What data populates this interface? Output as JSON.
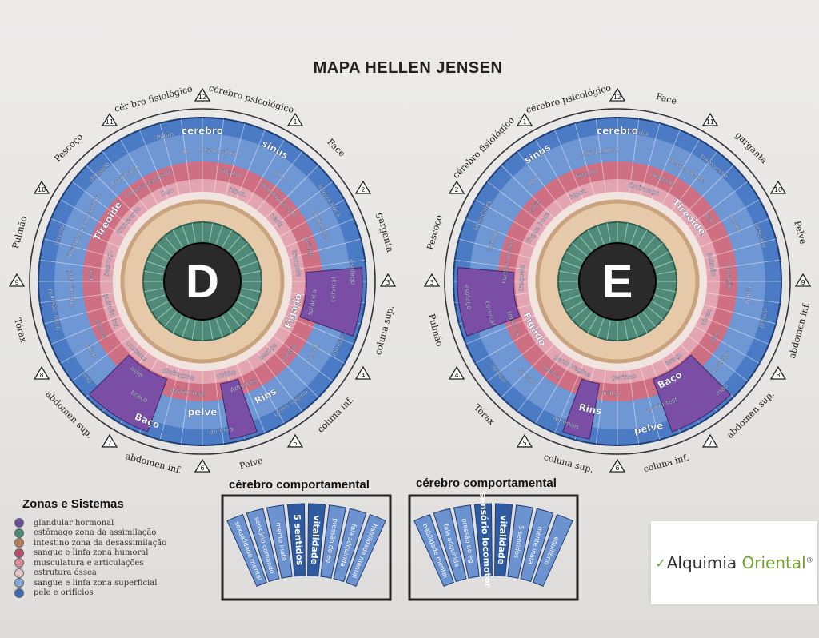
{
  "title": "MAPA HELLEN JENSEN",
  "colors": {
    "outer": "#3d6fb8",
    "pink": "#d77a8a",
    "purple": "#7b4ea6",
    "bone": "#c9a27e",
    "green": "#4f8a78",
    "dark": "#2a2a2a"
  },
  "clock_numbers": [
    "1",
    "2",
    "3",
    "4",
    "5",
    "6",
    "7",
    "8",
    "9",
    "10",
    "11",
    "12"
  ],
  "right_eye": {
    "letter": "D",
    "outer_labels": [
      "cér bro fisiológico",
      "cérebro psicológico",
      "Face",
      "garganta",
      "coluna sup.",
      "coluna inf.",
      "Pelve",
      "abdomen inf.",
      "abdomen sup.",
      "Tórax",
      "Pulmão",
      "Pescoço"
    ],
    "zone_labels": [
      "cerebro",
      "corpo caloso",
      "tálamo",
      "hipot.",
      "sinus",
      "olho",
      "mandíbula sup.",
      "nariz",
      "língua boca",
      "amígdalas",
      "laringe",
      "traqueia",
      "esofago",
      "cervical",
      "torácica",
      "Figado",
      "lombar",
      "sacral",
      "uretra",
      "bexiga",
      "penis vagina",
      "Rins",
      "Adrenais",
      "virilha",
      "perineo",
      "pelve",
      "ovário test.",
      "diafragma",
      "Baço",
      "braço",
      "mão",
      "costelas",
      "seio",
      "tórax",
      "pleura",
      "pulmão inf.",
      "pulmão med.",
      "pulmão sup.",
      "pan",
      "pescoço",
      "ouvido",
      "linfático & circulatória",
      "Tireoide",
      "transverso",
      "delgado",
      "Estômago",
      "colon acendente",
      "Duo",
      "Piloro",
      "pt"
    ]
  },
  "left_eye": {
    "letter": "E",
    "outer_labels": [
      "cérebro psicológico",
      "cérebro fisiológico",
      "Pescoço",
      "Pulmão",
      "Tórax",
      "coluna sup.",
      "coluna inf.",
      "abdomen sup.",
      "abdomen inf.",
      "Pelve",
      "garganta",
      "Face"
    ],
    "zone_labels": [
      "cerebro",
      "corpo caloso",
      "tálamo",
      "hipot.",
      "sinus",
      "olho",
      "nariz",
      "língua boca",
      "amígdalas",
      "laringe",
      "cordas vocais",
      "traqueia",
      "esofago",
      "cervical",
      "torácica",
      "Figado",
      "lombar",
      "sacral",
      "uretra",
      "penis vagina",
      "Adrenais",
      "Rins",
      "virilha",
      "perineo",
      "pelve",
      "ovário test.",
      "Baço",
      "braço",
      "mão",
      "costelas",
      "seio",
      "tórax",
      "pleura",
      "Aorta",
      "Coração",
      "pulmão",
      "pescoço",
      "ouvido",
      "pan",
      "Tireoide",
      "transverso",
      "descendente",
      "delgado",
      "Estômago",
      "Cardia"
    ]
  },
  "box_left": {
    "title": "cérebro comportamental",
    "labels": [
      "sexualidade mental",
      "sensório comando",
      "mente inata",
      "5 sentidos",
      "vitalidade",
      "pressão do eg.",
      "fala adquirida",
      "habilidade mental"
    ]
  },
  "box_right": {
    "title": "cérebro comportamental",
    "labels": [
      "habilidade mental",
      "fala adquirida",
      "pressão do eg.",
      "sensório locomotor",
      "vitalidade",
      "5 sentidos",
      "mente inata",
      "equilibrio"
    ]
  },
  "legend": {
    "title": "Zonas e Sistemas",
    "items": [
      {
        "label": "glandular hormonal",
        "color": "#6a4d9a"
      },
      {
        "label": "estômago zona da assimilação",
        "color": "#4e8b7a"
      },
      {
        "label": "intestino zona da desassimilação",
        "color": "#b8805a"
      },
      {
        "label": "sangue e linfa zona humoral",
        "color": "#b74f68"
      },
      {
        "label": "musculatura e articulações",
        "color": "#d98d98"
      },
      {
        "label": "estrutura óssea",
        "color": "#e8c7c7"
      },
      {
        "label": "sangue e linfa zona superficial",
        "color": "#88a9d8"
      },
      {
        "label": "pele e orifícios",
        "color": "#3f6cb3"
      }
    ]
  },
  "logo": {
    "word1": "Alquimia",
    "word2": "Oriental",
    "mark": "®"
  }
}
